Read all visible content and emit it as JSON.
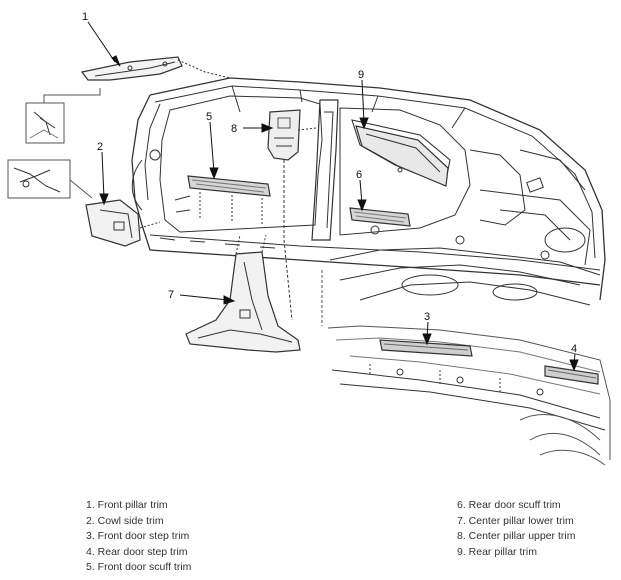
{
  "callouts": [
    "1",
    "2",
    "3",
    "4",
    "5",
    "6",
    "7",
    "8",
    "9"
  ],
  "legend_left": [
    "1. Front pillar trim",
    "2. Cowl side trim",
    "3. Front door step trim",
    "4. Rear door step trim",
    "5. Front door scuff trim"
  ],
  "legend_right": [
    "6. Rear door scuff trim",
    "7. Center pillar lower trim",
    "8. Center pillar upper trim",
    "9. Rear pillar trim"
  ]
}
